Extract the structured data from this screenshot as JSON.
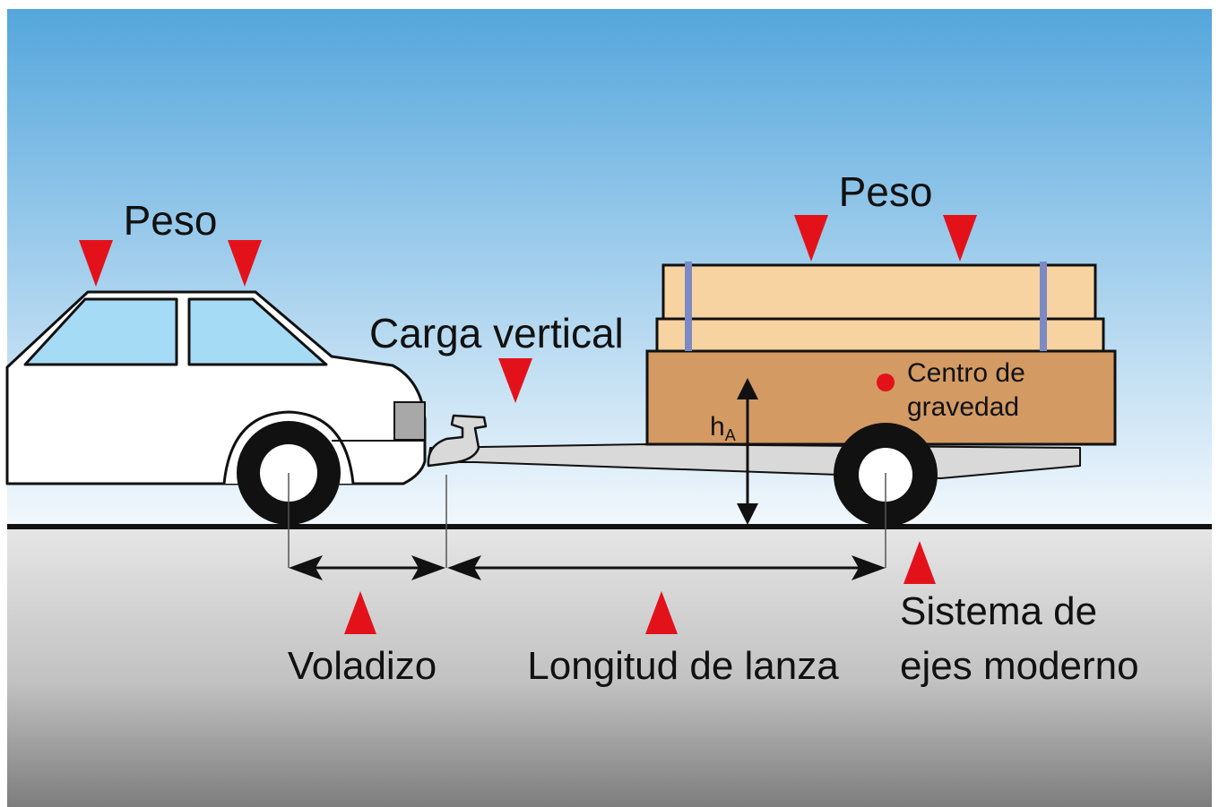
{
  "labels": {
    "car_weight": "Peso",
    "trailer_weight": "Peso",
    "vertical_load": "Carga vertical",
    "center_of_gravity_line1": "Centro de",
    "center_of_gravity_line2": "gravedad",
    "height_symbol": "h",
    "height_subscript": "A",
    "overhang": "Voladizo",
    "drawbar_length": "Longitud de lanza",
    "axle_system_line1": "Sistema de",
    "axle_system_line2": "ejes moderno"
  },
  "colors": {
    "sky_top": "#54a6dc",
    "sky_bottom": "#f2f8fd",
    "ground_top": "#e6e6e6",
    "ground_bottom": "#7d7d7d",
    "marker_red": "#e3121a",
    "car_body": "#ffffff",
    "car_window": "#a6dbf5",
    "cargo": "#f7d3a1",
    "trailer_box": "#d39a64",
    "strap": "#7c8ac4",
    "drawbar": "#d9d9d9"
  }
}
